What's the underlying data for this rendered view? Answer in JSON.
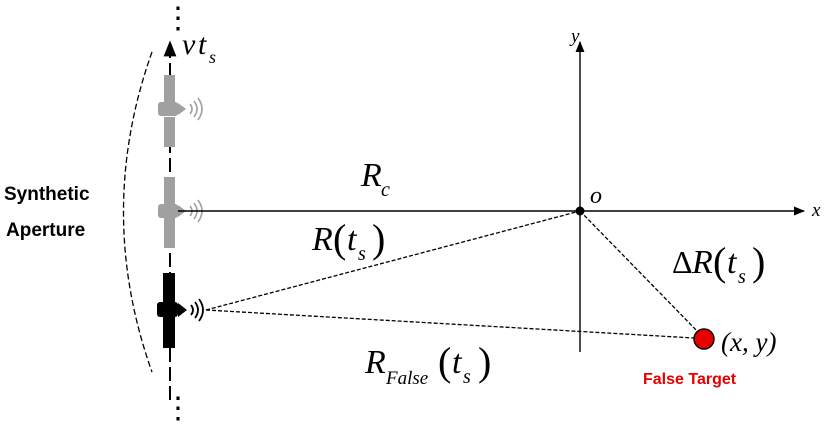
{
  "labels": {
    "aperture_line1": "Synthetic",
    "aperture_line2": "Aperture",
    "velocity_v": "v",
    "velocity_t": "t",
    "velocity_sub": "s",
    "axis_x": "x",
    "axis_y": "y",
    "origin": "o",
    "rc_main": "R",
    "rc_sub": "c",
    "r_main": "R",
    "r_t": "t",
    "r_sub": "s",
    "delta_symbol": "Δ",
    "delta_main": "R",
    "delta_t": "t",
    "delta_sub": "s",
    "false_main": "R",
    "false_sub": "False",
    "false_t": "t",
    "false_ts": "s",
    "target_coord": "(x, y)",
    "target_label": "False Target"
  },
  "dots": {
    "top": "⋮",
    "bottom": "⋮"
  },
  "colors": {
    "ghost_satellite": "#a0a0a0",
    "active_satellite": "#000000",
    "target_fill": "#e60000",
    "target_label": "#e60000"
  }
}
